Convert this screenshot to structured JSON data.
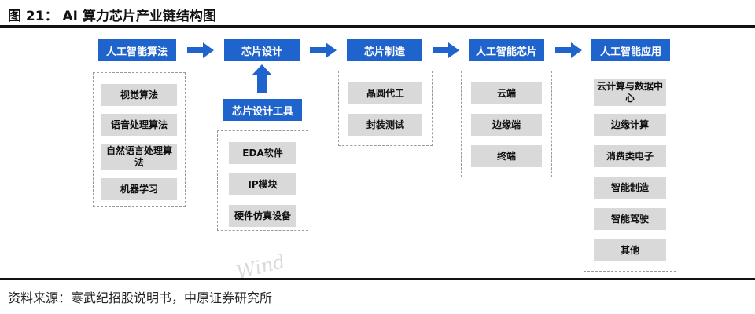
{
  "figure": {
    "title": "图 21： AI 算力芯片产业链结构图",
    "source": "资料来源：寒武纪招股说明书，中原证券研究所",
    "watermark": "Wind"
  },
  "colors": {
    "header_blue": "#1f63cc",
    "item_gray": "#d9d9d9",
    "dashed_border": "#9a9a9a"
  },
  "chain": {
    "algorithms": {
      "header": "人工智能算法",
      "items": [
        "视觉算法",
        "语音处理算法",
        "自然语言处理算法",
        "机器学习"
      ]
    },
    "chip_design": {
      "header": "芯片设计"
    },
    "design_tools": {
      "header": "芯片设计工具",
      "items": [
        "EDA软件",
        "IP模块",
        "硬件仿真设备"
      ]
    },
    "manufacturing": {
      "header": "芯片制造",
      "items": [
        "晶圆代工",
        "封装测试"
      ]
    },
    "ai_chips": {
      "header": "人工智能芯片",
      "items": [
        "云端",
        "边缘端",
        "终端"
      ]
    },
    "applications": {
      "header": "人工智能应用",
      "items": [
        "云计算与数据中心",
        "边缘计算",
        "消费类电子",
        "智能制造",
        "智能驾驶",
        "其他"
      ]
    }
  }
}
